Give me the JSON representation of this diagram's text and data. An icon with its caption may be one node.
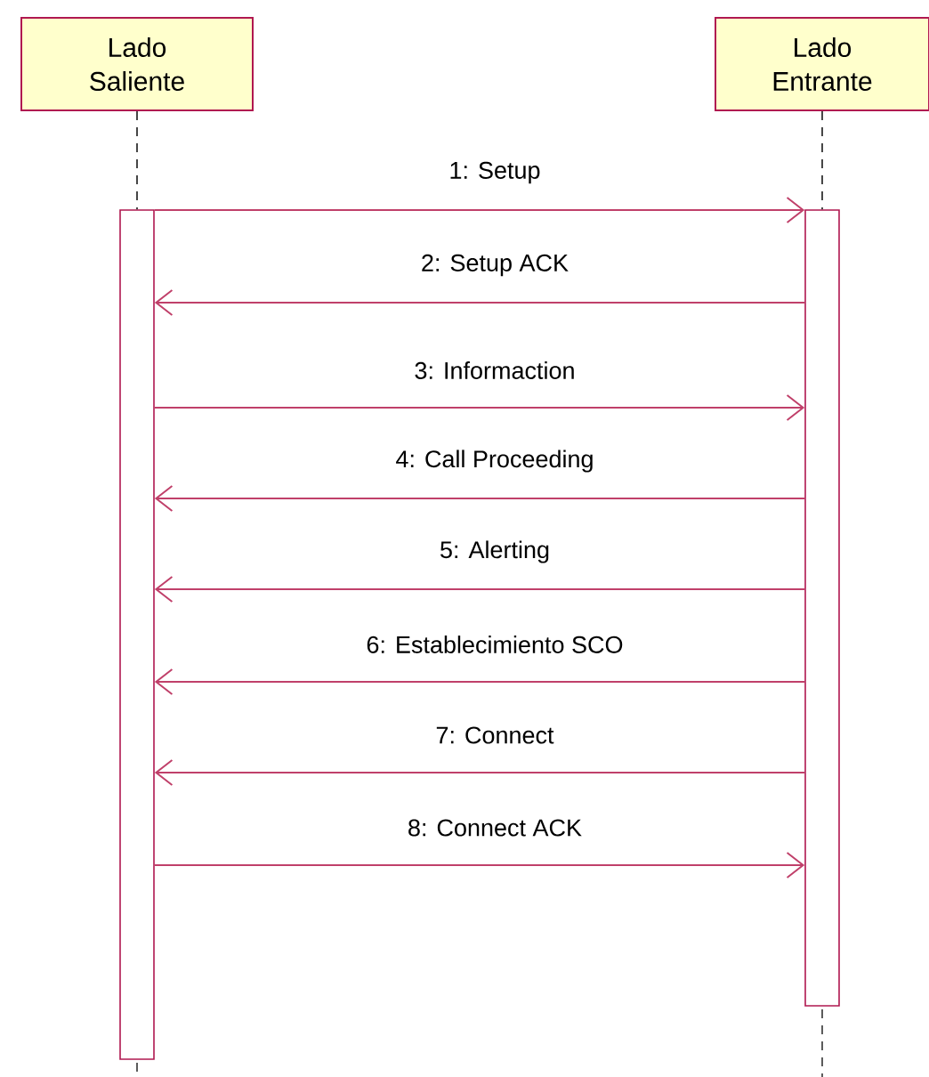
{
  "diagram": {
    "nodes": [
      {
        "text": [
          "Lado Saliente"
        ]
      },
      {
        "text": [
          "Lado Entrante"
        ]
      },
      {
        "text": [],
        "shape": "bar"
      },
      {
        "text": [],
        "shape": "bar"
      }
    ],
    "edges": [
      {
        "from": 0,
        "to": 2,
        "arrow": "none",
        "style": "dashed",
        "color": "#333333"
      },
      {
        "from": 1,
        "to": 3,
        "arrow": "none",
        "style": "dashed",
        "color": "#333333"
      },
      {
        "from": 2,
        "to": 3,
        "arrow": "to",
        "label": "1: Setup"
      },
      {
        "from": 3,
        "to": 2,
        "arrow": "to",
        "label": "2: Setup ACK"
      },
      {
        "from": 2,
        "to": 3,
        "arrow": "to",
        "label": "3: Informaction"
      },
      {
        "from": 3,
        "to": 2,
        "arrow": "to",
        "label": "4: Call Proceeding"
      },
      {
        "from": 3,
        "to": 2,
        "arrow": "to",
        "label": "5: Alerting"
      },
      {
        "from": 3,
        "to": 2,
        "arrow": "to",
        "label": "6: Establecimiento SCO"
      },
      {
        "from": 3,
        "to": 2,
        "arrow": "to",
        "label": "7: Connect"
      },
      {
        "from": 2,
        "to": 3,
        "arrow": "to",
        "label": "8: Connect ACK"
      }
    ]
  }
}
